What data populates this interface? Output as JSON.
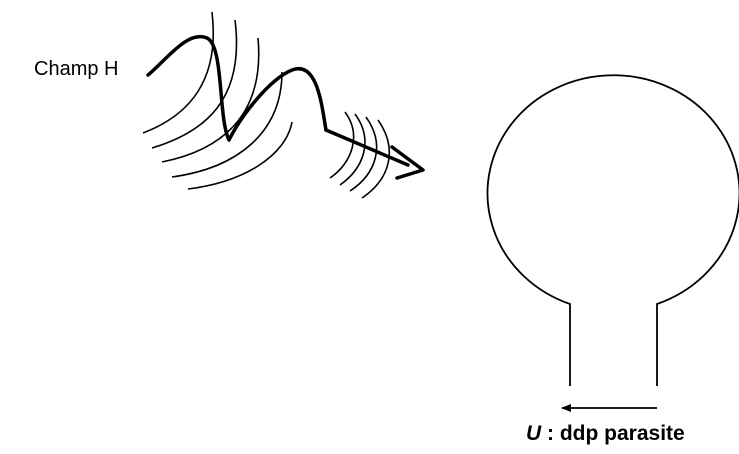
{
  "labels": {
    "field": "Champ H",
    "voltage_symbol": "U",
    "voltage_rest": " : ddp parasite"
  },
  "colors": {
    "ink": "#000000",
    "background": "#ffffff"
  }
}
